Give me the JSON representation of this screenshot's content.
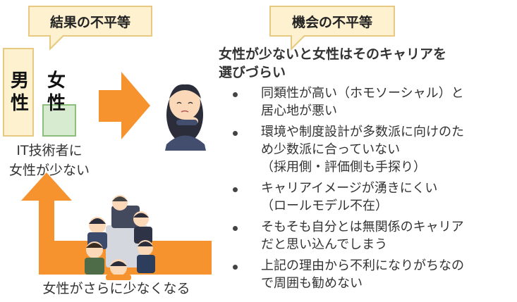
{
  "callouts": {
    "result": "結果の不平等",
    "opportunity": "機会の不平等"
  },
  "bars": {
    "male_label_1": "男",
    "male_label_2": "性",
    "female_label_1": "女",
    "female_label_2": "性"
  },
  "left_caption": {
    "line1": "IT技術者に",
    "line2": "女性が少ない"
  },
  "bottom_caption": "女性がさらに少なくなる",
  "headline": {
    "line1": "女性が少ないと女性はそのキャリアを",
    "line2": "選びづらい"
  },
  "bullets": [
    {
      "line1": "同類性が高い（ホモソーシャル）と",
      "line2": "居心地が悪い"
    },
    {
      "line1": "環境や制度設計が多数派に向けのた",
      "line2": "め少数派に合っていない",
      "line3": "（採用側・評価側も手探り）"
    },
    {
      "line1": "キャリアイメージが湧きにくい",
      "line2": "（ロールモデル不在）"
    },
    {
      "line1": "そもそも自分とは無関係のキャリア",
      "line2": "だと思い込んでしまう"
    },
    {
      "line1": "上記の理由から不利になりがちなの",
      "line2": "で周囲も勧めない"
    }
  ],
  "colors": {
    "arrow": "#f7932f",
    "male_bar": "#fdf1cf",
    "male_border": "#e8c982",
    "female_bar": "#d6ebcf",
    "female_border": "#8cbf7c",
    "callout_bg": "#fdf1cf"
  }
}
